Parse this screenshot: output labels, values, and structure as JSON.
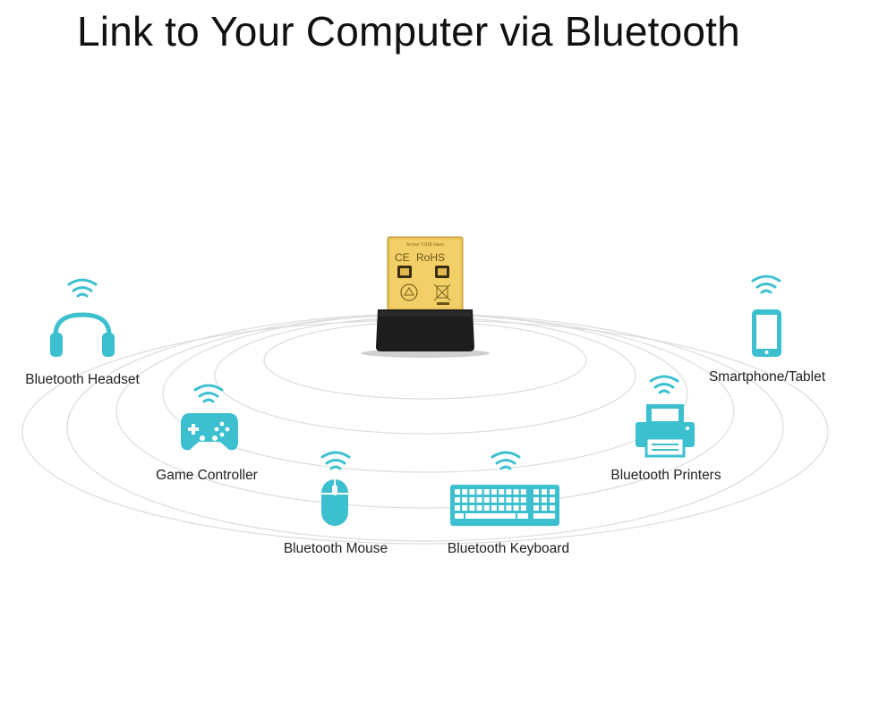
{
  "title": "Link to Your Computer via Bluetooth",
  "colors": {
    "accent": "#3cc0cf",
    "ring": "#d9d9d9",
    "adapter_gold": "#e8c35a",
    "adapter_body": "#1b1b1b"
  },
  "adapter": {
    "icon": "usb-bluetooth-adapter",
    "marks": [
      "CE",
      "RoHS"
    ]
  },
  "devices": [
    {
      "id": "headset",
      "label": "Bluetooth Headset",
      "icon": "headphones-icon"
    },
    {
      "id": "game-controller",
      "label": "Game Controller",
      "icon": "gamepad-icon"
    },
    {
      "id": "mouse",
      "label": "Bluetooth Mouse",
      "icon": "mouse-icon"
    },
    {
      "id": "keyboard",
      "label": "Bluetooth Keyboard",
      "icon": "keyboard-icon"
    },
    {
      "id": "printer",
      "label": "Bluetooth Printers",
      "icon": "printer-icon"
    },
    {
      "id": "phone",
      "label": "Smartphone/Tablet",
      "icon": "smartphone-icon"
    }
  ]
}
